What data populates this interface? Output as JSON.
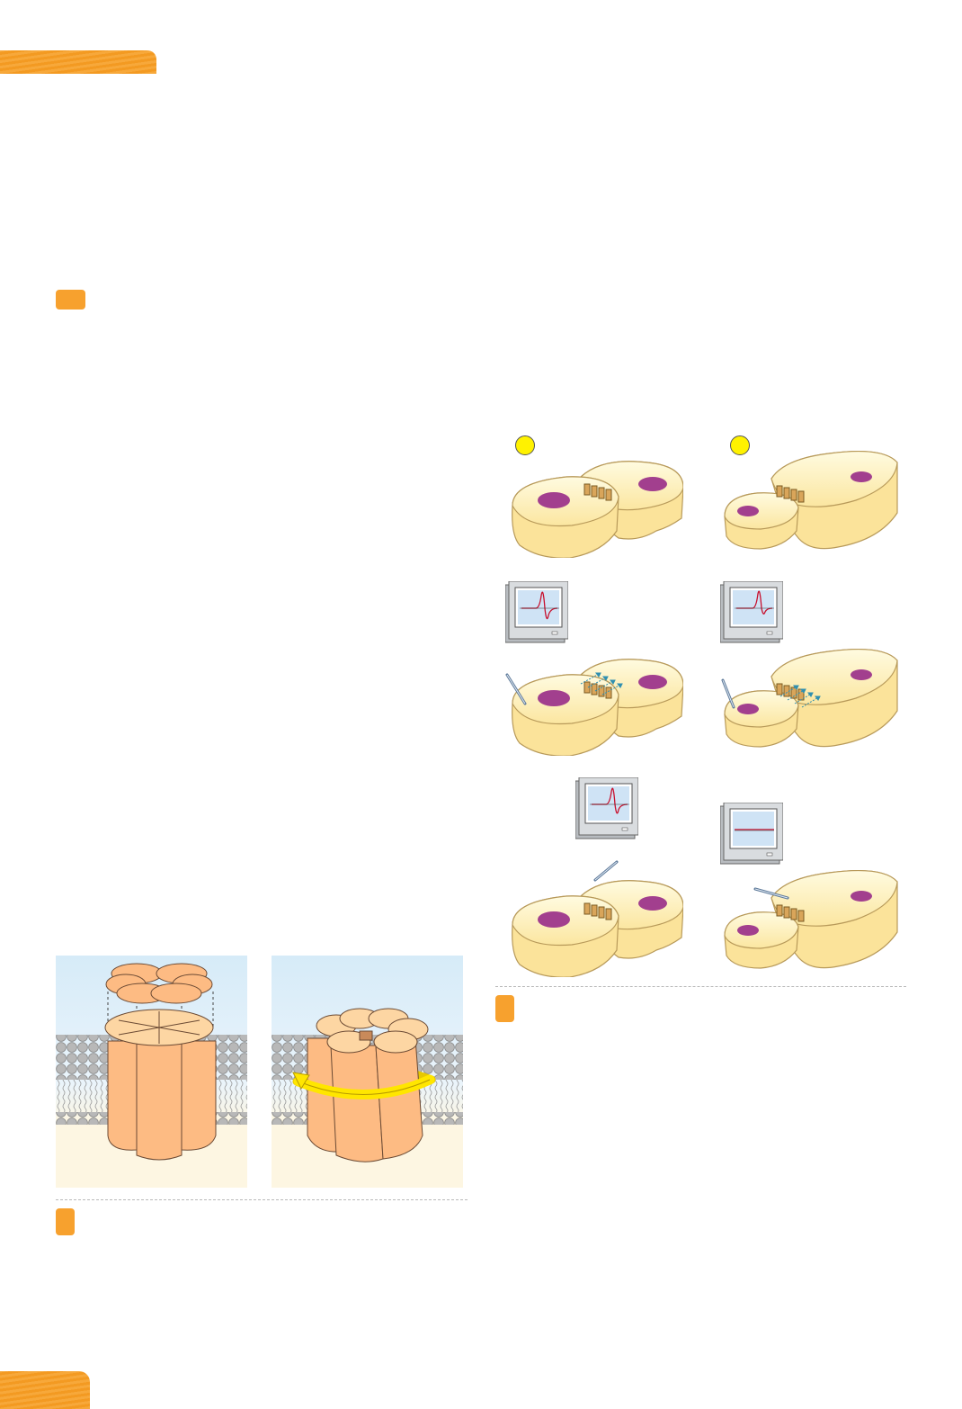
{
  "colors": {
    "accent_orange": "#f7a12e",
    "cell_fill": "#fbeaa4",
    "nucleus": "#a23f8e",
    "channel_fill": "#fdbb83",
    "membrane_head": "#b3b3b3",
    "extracellular": "#d6ebf8",
    "cytoplasm": "#fdf6e2",
    "arrow_yellow": "#ffe600",
    "trace_red": "#c8102e",
    "monitor_screen": "#cfe3f5"
  },
  "icons": {
    "panel_label": "yellow-circle-icon",
    "electrode": "microelectrode-icon",
    "monitor": "oscilloscope-monitor-icon",
    "rotation": "curved-arrow-icon"
  },
  "figure_right": {
    "monitors": [
      {
        "trace": "biphasic-spike"
      },
      {
        "trace": "biphasic-spike"
      },
      {
        "trace": "biphasic-spike"
      },
      {
        "trace": "flat"
      }
    ]
  }
}
